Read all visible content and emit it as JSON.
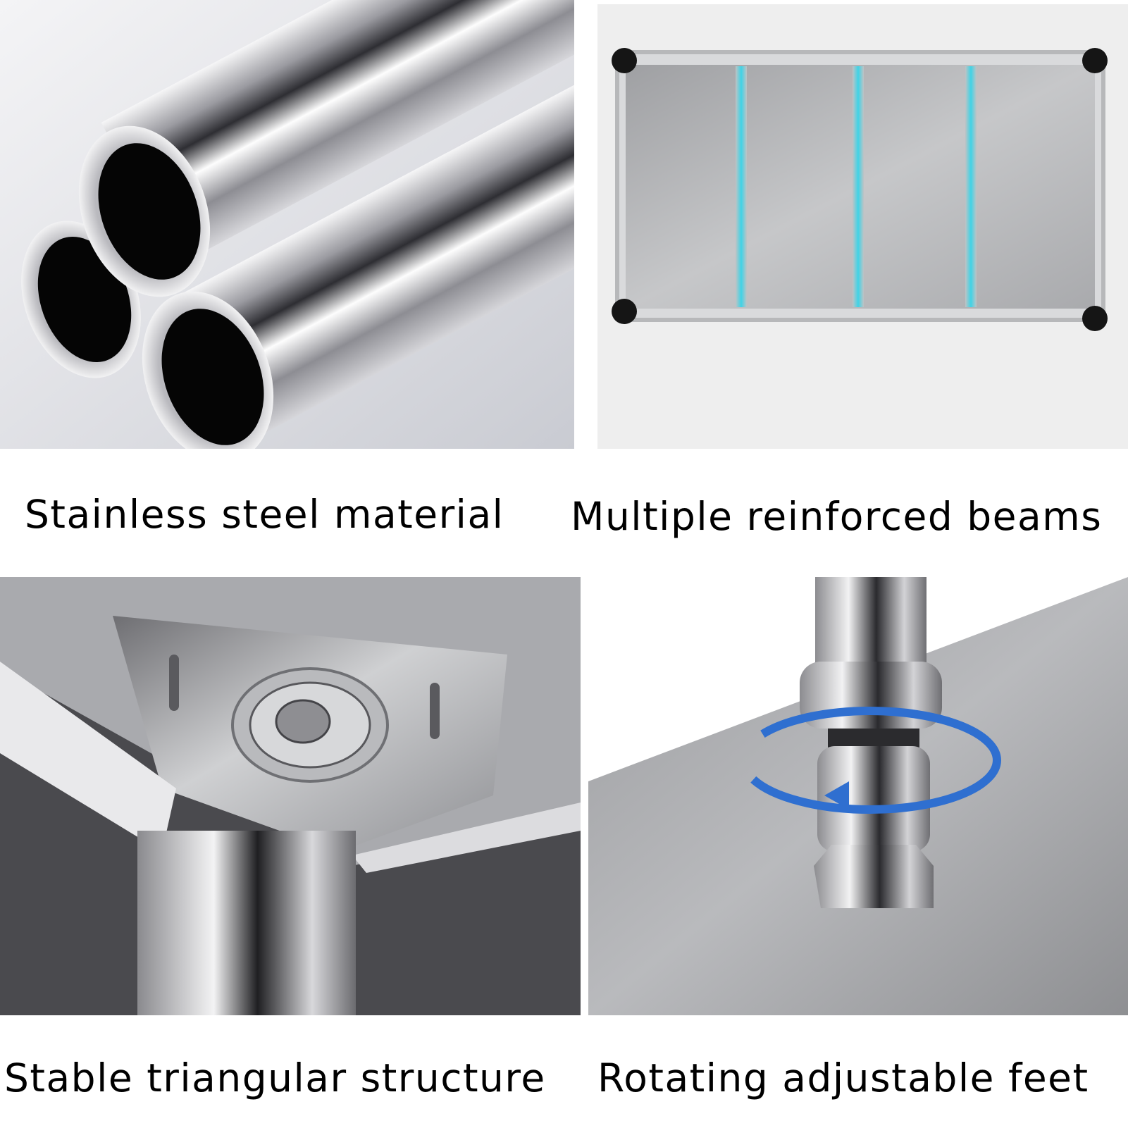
{
  "captions": {
    "top_left": "Stainless steel material",
    "top_right": "Multiple reinforced beams",
    "bottom_left": "Stable triangular structure",
    "bottom_right": "Rotating adjustable feet"
  },
  "colors": {
    "background": "#ffffff",
    "steel_light": "#e8e8ea",
    "steel_dark": "#3a3a3e",
    "beam_highlight": "#3fd3e6",
    "arrow_blue": "#2f6fd0"
  }
}
